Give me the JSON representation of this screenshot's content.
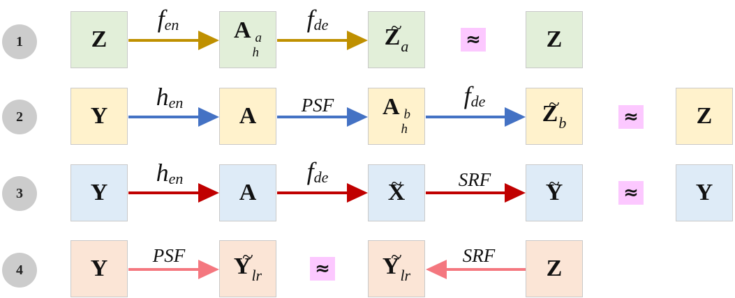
{
  "rows": [
    {
      "number": "1",
      "z": "Z",
      "f_en": {
        "main": "f",
        "sub": "en"
      },
      "a_h": {
        "base": "A",
        "sup": "a",
        "sub": "h"
      },
      "f_de": {
        "main": "f",
        "sub": "de"
      },
      "z_tilde": {
        "base": "Z",
        "tilde": "~",
        "sub": "a"
      },
      "approx": "≈",
      "result": "Z"
    },
    {
      "number": "2",
      "y": "Y",
      "h_en": {
        "main": "h",
        "sub": "en"
      },
      "a": "A",
      "psf": "PSF",
      "a_h": {
        "base": "A",
        "sup": "b",
        "sub": "h"
      },
      "f_de": {
        "main": "f",
        "sub": "de"
      },
      "z_tilde": {
        "base": "Z",
        "tilde": "~",
        "sub": "b"
      },
      "approx": "≈",
      "result": "Z"
    },
    {
      "number": "3",
      "y": "Y",
      "h_en": {
        "main": "h",
        "sub": "en"
      },
      "a": "A",
      "f_de": {
        "main": "f",
        "sub": "de"
      },
      "x_tilde": {
        "base": "X",
        "tilde": "~"
      },
      "srf": "SRF",
      "y_tilde": {
        "base": "Y",
        "tilde": "~"
      },
      "approx": "≈",
      "result": "Y"
    },
    {
      "number": "4",
      "y": "Y",
      "psf": "PSF",
      "y_lr_left": {
        "base": "Y",
        "tilde": "~",
        "sub": "lr"
      },
      "approx": "≈",
      "y_lr_right": {
        "base": "Y",
        "tilde": "~",
        "sub": "lr"
      },
      "srf": "SRF",
      "z": "Z"
    }
  ],
  "colors": {
    "row1_box": "#e2efd9",
    "row2_box": "#fff2cc",
    "row3_box": "#deebf7",
    "row4_box": "#fbe5d6",
    "approx_bg": "#fcc8ff",
    "number_circle": "#cccccc",
    "arrow_gold": "#bf9000",
    "arrow_blue": "#4472c4",
    "arrow_red": "#c00000",
    "arrow_pink": "#f4777f"
  }
}
